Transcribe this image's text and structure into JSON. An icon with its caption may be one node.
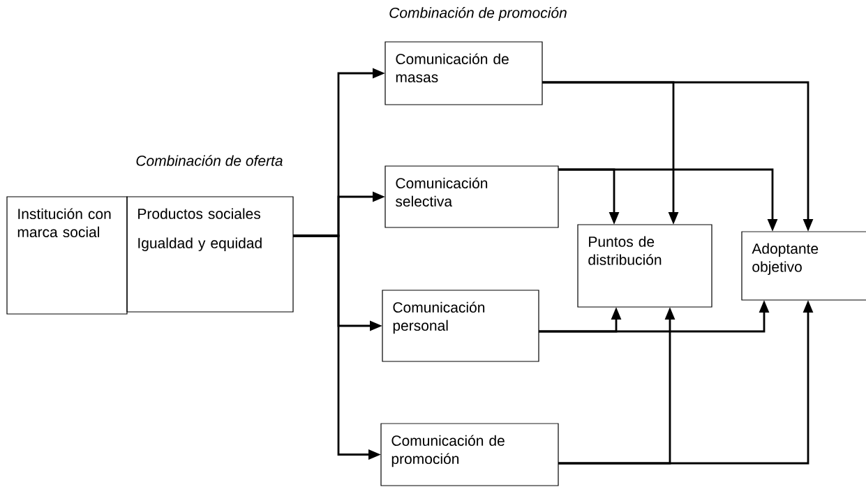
{
  "diagram": {
    "nodes": [
      {
        "text": [
          "Institución con marca social"
        ]
      },
      {
        "text": [
          "Productos sociales",
          "Igualdad y equidad"
        ]
      },
      {
        "text": [
          "Comunicación de masas"
        ]
      },
      {
        "text": [
          "Comunicación selectiva"
        ]
      },
      {
        "text": [
          "Comunicación personal"
        ]
      },
      {
        "text": [
          "Comunicación de promoción"
        ]
      },
      {
        "text": [
          "Puntos de distribución"
        ]
      },
      {
        "text": [
          "Adoptante objetivo"
        ]
      }
    ],
    "edges": [
      {
        "from": 1,
        "to": 2,
        "arrow": "to"
      },
      {
        "from": 1,
        "to": 3,
        "arrow": "to"
      },
      {
        "from": 1,
        "to": 4,
        "arrow": "to"
      },
      {
        "from": 1,
        "to": 5,
        "arrow": "to"
      },
      {
        "from": 2,
        "to": 6,
        "arrow": "to"
      },
      {
        "from": 2,
        "to": 7,
        "arrow": "to"
      },
      {
        "from": 3,
        "to": 6,
        "arrow": "to"
      },
      {
        "from": 3,
        "to": 7,
        "arrow": "to"
      },
      {
        "from": 4,
        "to": 6,
        "arrow": "to"
      },
      {
        "from": 4,
        "to": 7,
        "arrow": "to"
      },
      {
        "from": 5,
        "to": 6,
        "arrow": "to"
      },
      {
        "from": 5,
        "to": 7,
        "arrow": "to"
      }
    ],
    "labels": [
      "Combinación de promoción",
      "Combinación de oferta"
    ]
  }
}
